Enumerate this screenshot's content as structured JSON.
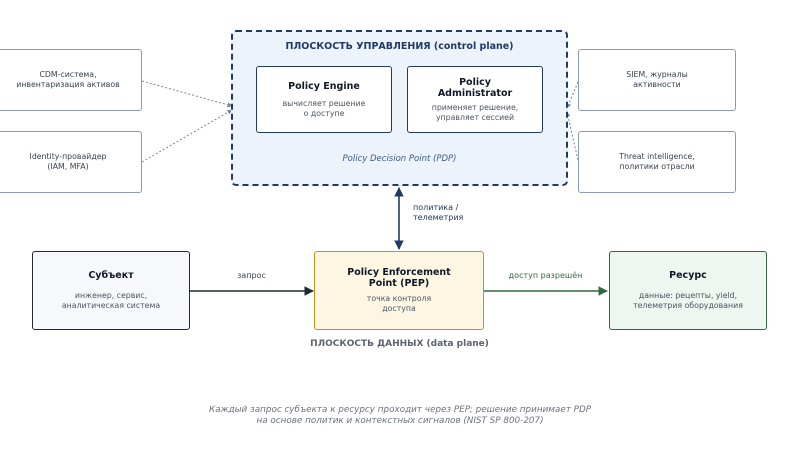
{
  "control_plane": {
    "title": "ПЛОСКОСТЬ УПРАВЛЕНИЯ (control plane)",
    "caption": "Policy Decision Point (PDP)",
    "policy_engine": {
      "title": "Policy Engine",
      "sub1": "вычисляет решение",
      "sub2": "о доступе"
    },
    "policy_admin": {
      "title1": "Policy",
      "title2": "Administrator",
      "sub1": "применяет решение,",
      "sub2": "управляет сессией"
    }
  },
  "sources_left": [
    {
      "line1": "CDM-система,",
      "line2": "инвентаризация активов"
    },
    {
      "line1": "Identity-провайдер",
      "line2": "(IAM, MFA)"
    }
  ],
  "sources_right": [
    {
      "line1": "SIEM, журналы",
      "line2": "активности"
    },
    {
      "line1": "Threat intelligence,",
      "line2": "политики отрасли"
    }
  ],
  "vertical_label": {
    "line1": "политика /",
    "line2": "телеметрия"
  },
  "subject": {
    "title": "Субъект",
    "sub1": "инженер, сервис,",
    "sub2": "аналитическая система"
  },
  "pep": {
    "title1": "Policy Enforcement",
    "title2": "Point (PEP)",
    "sub1": "точка контроля",
    "sub2": "доступа"
  },
  "resource": {
    "title": "Ресурс",
    "sub1": "данные: рецепты, yield,",
    "sub2": "телеметрия оборудования"
  },
  "edge_labels": {
    "request": "запрос",
    "access_granted": "доступ разрешён"
  },
  "data_plane_label": "ПЛОСКОСТЬ ДАННЫХ (data plane)",
  "footer": {
    "line1": "Каждый запрос субъекта к ресурсу проходит через PEP; решение принимает PDP",
    "line2": "на основе политик и контекстных сигналов (NIST SP 800-207)"
  },
  "colors": {
    "control_border": "#1e3a66",
    "control_fill": "#edf3fb",
    "pep_border": "#c8901e",
    "pep_fill": "#fdf6e3",
    "resource_border": "#2f6b3f",
    "resource_fill": "#edf6ef",
    "subject_border": "#1f2937",
    "side_border": "#8a9bb3"
  }
}
